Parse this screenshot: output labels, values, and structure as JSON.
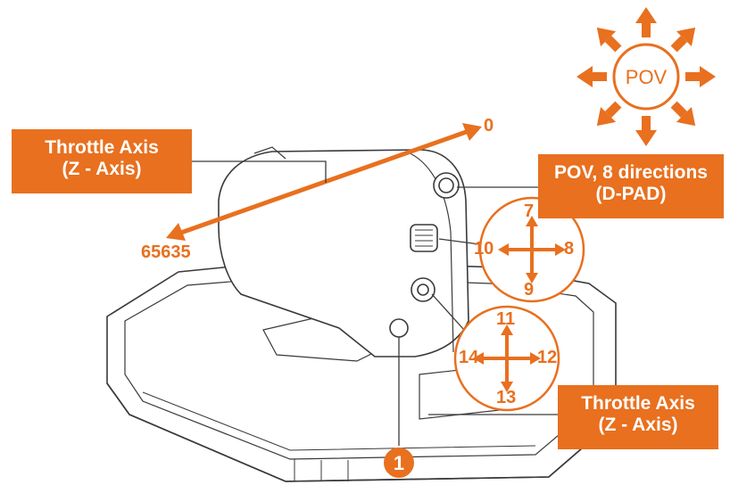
{
  "colors": {
    "accent": "#e8701f",
    "line": "#3a3a3a",
    "fill": "#ffffff"
  },
  "labels": {
    "throttle_top": {
      "line1": "Throttle Axis",
      "line2": "(Z - Axis)"
    },
    "throttle_bottom": {
      "line1": "Throttle Axis",
      "line2": "(Z - Axis)"
    },
    "pov": {
      "line1": "POV, 8 directions",
      "line2": "(D-PAD)"
    }
  },
  "axis": {
    "max_value": "0",
    "min_value": "65635"
  },
  "pov_compass": {
    "label": "POV"
  },
  "hat1": {
    "up": "7",
    "right": "8",
    "down": "9",
    "left": "10"
  },
  "hat2": {
    "up": "11",
    "right": "12",
    "down": "13",
    "left": "14"
  },
  "button": {
    "number": "1"
  }
}
